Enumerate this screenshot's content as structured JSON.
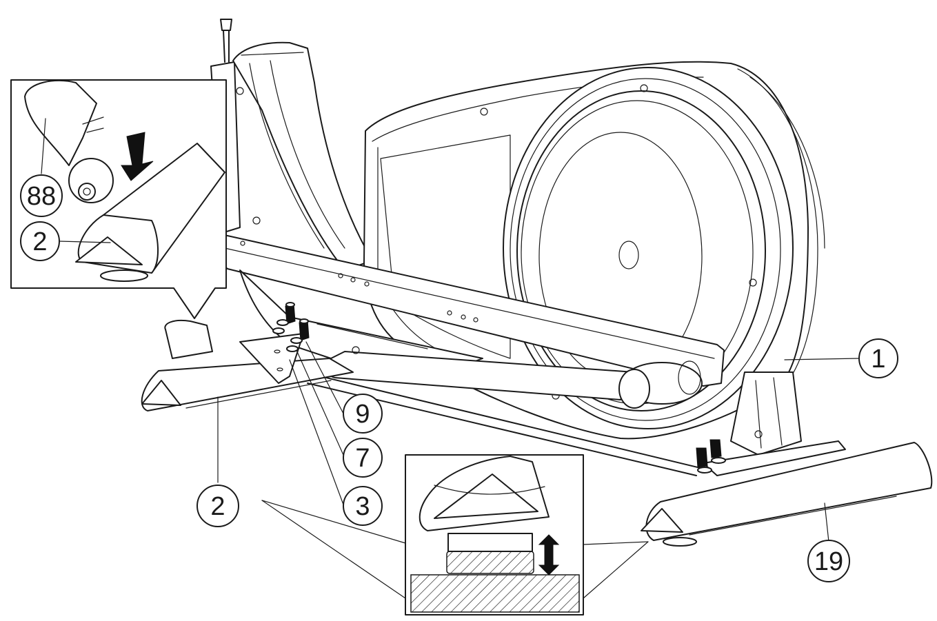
{
  "callouts": [
    {
      "id": "c88",
      "label": "88"
    },
    {
      "id": "c2a",
      "label": "2"
    },
    {
      "id": "c1",
      "label": "1"
    },
    {
      "id": "c9",
      "label": "9"
    },
    {
      "id": "c7",
      "label": "7"
    },
    {
      "id": "c2b",
      "label": "2"
    },
    {
      "id": "c3",
      "label": "3"
    },
    {
      "id": "c19",
      "label": "19"
    }
  ],
  "colors": {
    "line": "#1a1a1a",
    "fill": "#ffffff",
    "solid": "#111111"
  }
}
